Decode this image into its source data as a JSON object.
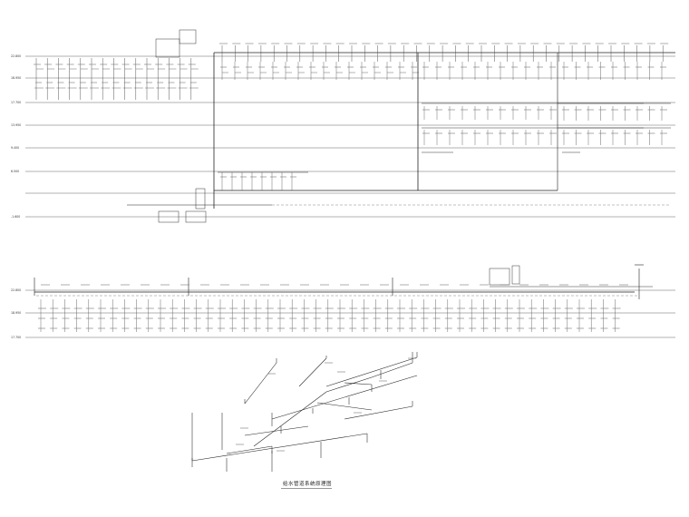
{
  "drawing": {
    "caption": "给水管道系统原理图"
  },
  "upper_riser_diagram": {
    "level_labels": [
      "22.800",
      "18.950",
      "17.700",
      "13.950",
      "9.400",
      "6.500",
      "-1.600"
    ]
  },
  "middle_riser_diagram": {
    "level_labels": [
      "22.800",
      "18.950",
      "17.700"
    ]
  }
}
